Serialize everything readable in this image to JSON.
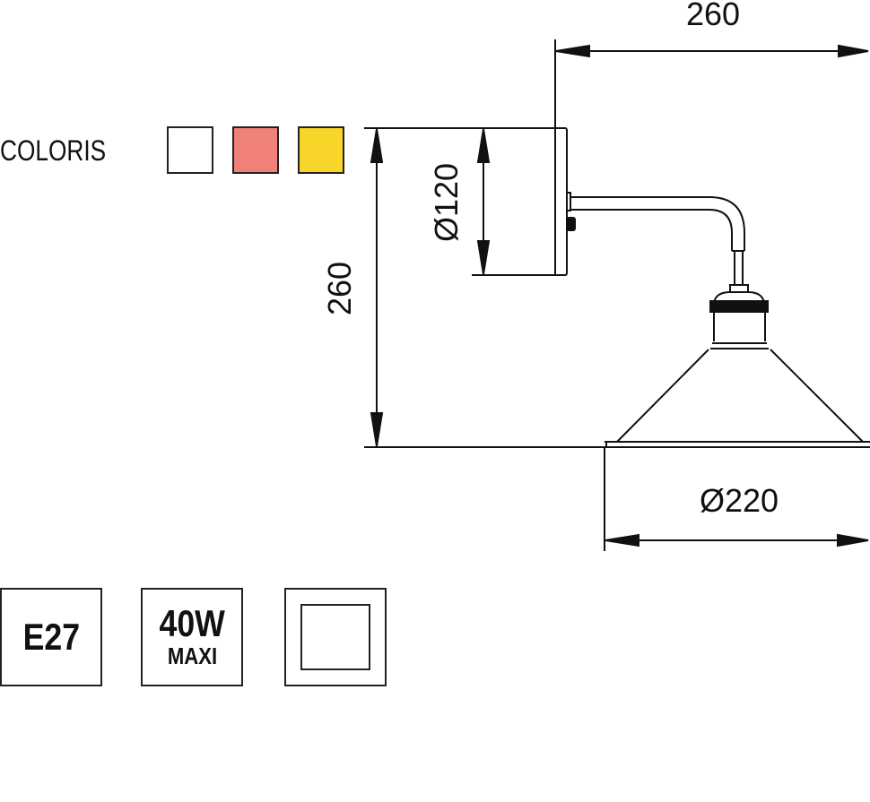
{
  "coloris": {
    "label": "COLORIS",
    "swatches": [
      {
        "name": "white",
        "color": "#ffffff"
      },
      {
        "name": "pink",
        "color": "#f08078"
      },
      {
        "name": "yellow",
        "color": "#f7d629"
      }
    ]
  },
  "dimensions": {
    "width_top": "260",
    "height_left": "260",
    "base_diameter": "Ø120",
    "shade_diameter": "Ø220"
  },
  "specs": {
    "socket": "E27",
    "power": "40W",
    "power_note": "MAXI",
    "insulation_class": "class-ii-double-square-icon"
  }
}
